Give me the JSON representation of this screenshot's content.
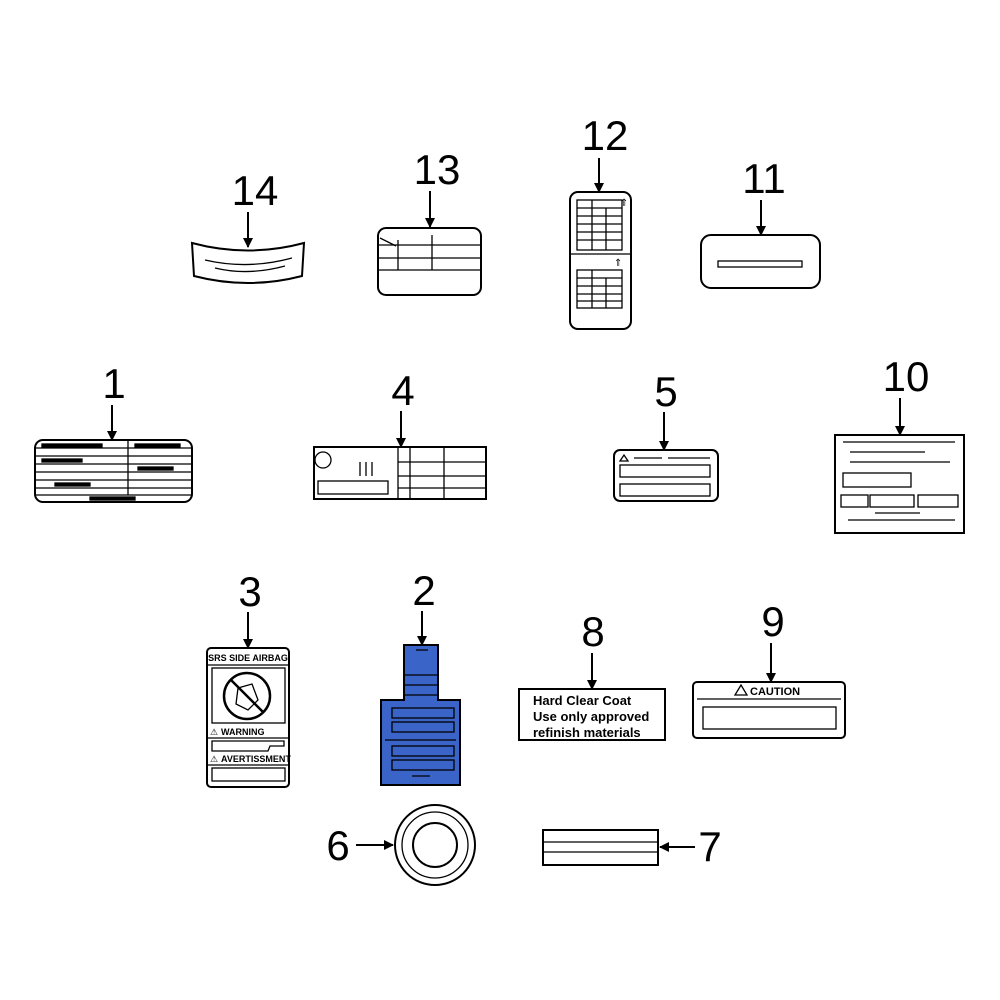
{
  "callouts": {
    "c1": "1",
    "c2": "2",
    "c3": "3",
    "c4": "4",
    "c5": "5",
    "c6": "6",
    "c7": "7",
    "c8": "8",
    "c9": "9",
    "c10": "10",
    "c11": "11",
    "c12": "12",
    "c13": "13",
    "c14": "14"
  },
  "label3": {
    "title": "SRS SIDE AIRBAG",
    "warning": "WARNING",
    "avertissment": "AVERTISSMENT"
  },
  "label8": {
    "line1": "Hard Clear Coat",
    "line2": "Use only approved",
    "line3": "refinish materials"
  },
  "label9": {
    "caution": "CAUTION"
  },
  "colors": {
    "highlight": "#3a64c8",
    "line": "#000000",
    "background": "#ffffff"
  }
}
